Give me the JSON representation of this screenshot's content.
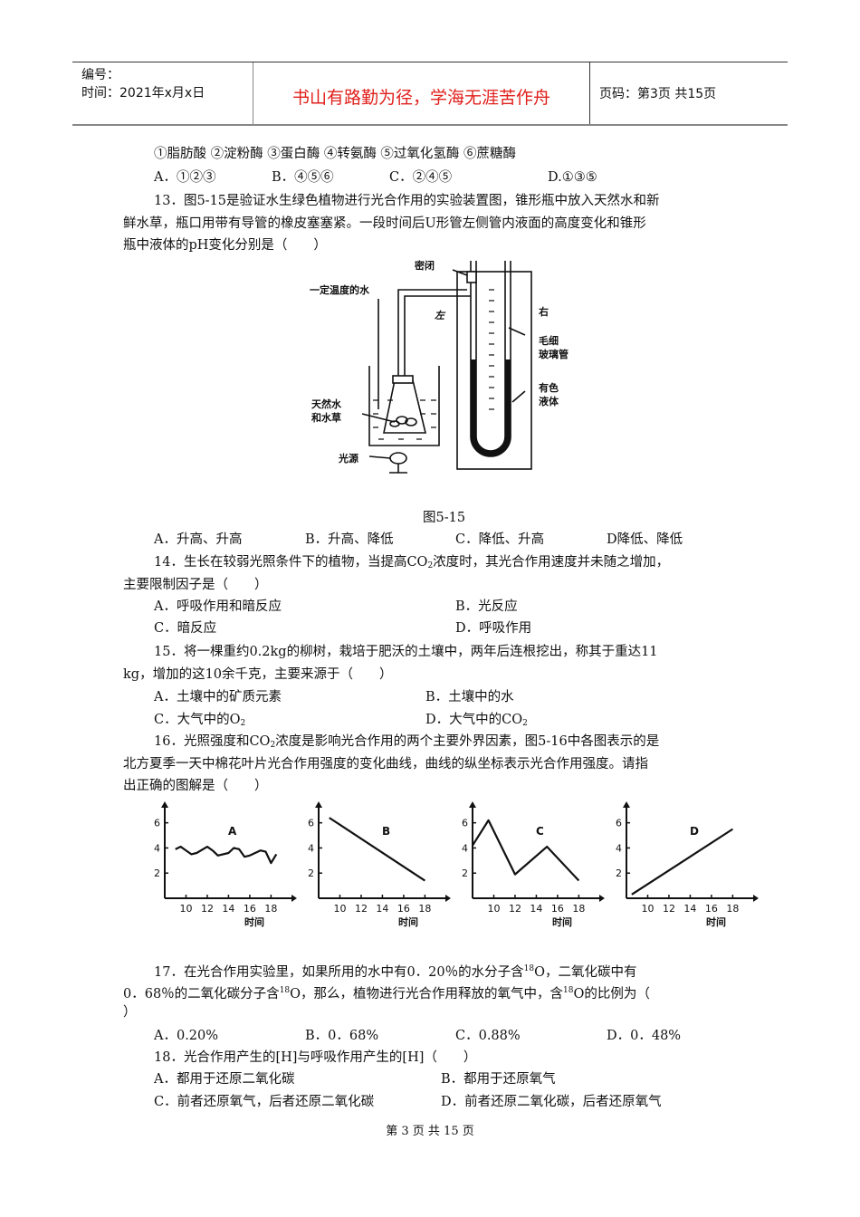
{
  "header": {
    "number_label": "编号：",
    "date_label": "时间：2021年x月x日",
    "motto": "书山有路勤为径，学海无涯苦作舟",
    "page_info": "页码：第3页  共15页"
  },
  "q12": {
    "items": "①脂肪酸  ②淀粉酶  ③蛋白酶  ④转氨酶  ⑤过氧化氢酶  ⑥蔗糖酶",
    "options": [
      "A．①②③",
      "B．④⑤⑥",
      "C．②④⑤",
      "D.①③⑤"
    ]
  },
  "q13": {
    "line1": "13．图5-15是验证水生绿色植物进行光合作用的实验装置图，锥形瓶中放入天然水和新",
    "line2": "鲜水草，瓶口用带有导管的橡皮塞塞紧。一段时间后U形管左侧管内液面的高度变化和锥形",
    "line3": "瓶中液体的pH变化分别是（　　）",
    "figure": {
      "caption": "图5-15",
      "labels": {
        "sealed": "密闭",
        "water_temp": "一定温度的水",
        "left": "左",
        "right": "右",
        "capillary1": "毛细",
        "capillary2": "玻璃管",
        "colored1": "有色",
        "colored2": "液体",
        "natural1": "天然水",
        "natural2": "和水草",
        "light": "光源"
      }
    },
    "options": [
      "A．升高、升高",
      "B．升高、降低",
      "C．降低、升高",
      "D降低、降低"
    ]
  },
  "q14": {
    "line1_a": "14．生长在较弱光照条件下的植物，当提高CO",
    "line1_sub": "2",
    "line1_b": "浓度时，其光合作用速度并未随之增加，",
    "line2": "主要限制因子是（　　）",
    "options": [
      "A．呼吸作用和暗反应",
      "B．光反应",
      "C．暗反应",
      "D．呼吸作用"
    ]
  },
  "q15": {
    "line1": "15．将一棵重约0.2kg的柳树，栽培于肥沃的土壤中，两年后连根挖出，称其于重达11",
    "line2": "kg，增加的这10余千克，主要来源于（　　）",
    "options": [
      "A．土壤中的矿质元素",
      "B．土壤中的水",
      "C．大气中的O",
      "D．大气中的CO"
    ],
    "sub": "2"
  },
  "q16": {
    "line1_a": "16．光照强度和CO",
    "line1_sub": "2",
    "line1_b": "浓度是影响光合作用的两个主要外界因素，图5-16中各图表示的是",
    "line2": "北方夏季一天中棉花叶片光合作用强度的变化曲线，曲线的纵坐标表示光合作用强度。请指",
    "line3": "出正确的图解是（　　）"
  },
  "chart_data": [
    {
      "type": "line",
      "title": "A",
      "xlabel": "时间",
      "ylabel": "",
      "x_ticks": [
        10,
        12,
        14,
        16,
        18
      ],
      "y_ticks": [
        2,
        4,
        6
      ],
      "x": [
        9,
        9.5,
        10,
        10.5,
        11,
        12,
        12.5,
        13,
        14,
        14.5,
        15,
        15.5,
        16,
        17,
        17.5,
        18,
        18.5
      ],
      "values": [
        3.9,
        4.1,
        3.8,
        3.5,
        3.6,
        4.1,
        3.8,
        3.4,
        3.6,
        4.0,
        3.9,
        3.3,
        3.4,
        3.8,
        3.7,
        2.8,
        3.5
      ]
    },
    {
      "type": "line",
      "title": "B",
      "xlabel": "时间",
      "ylabel": "",
      "x_ticks": [
        10,
        12,
        14,
        16,
        18
      ],
      "y_ticks": [
        2,
        4,
        6
      ],
      "x": [
        9,
        18
      ],
      "values": [
        6.4,
        1.4
      ]
    },
    {
      "type": "line",
      "title": "C",
      "xlabel": "时间",
      "ylabel": "",
      "x_ticks": [
        10,
        12,
        14,
        16,
        18
      ],
      "y_ticks": [
        2,
        4,
        6
      ],
      "x": [
        8,
        9.5,
        12,
        15,
        18
      ],
      "values": [
        4.2,
        6.2,
        1.9,
        4.1,
        1.4
      ]
    },
    {
      "type": "line",
      "title": "D",
      "xlabel": "时间",
      "ylabel": "",
      "x_ticks": [
        10,
        12,
        14,
        16,
        18
      ],
      "y_ticks": [
        2,
        4,
        6
      ],
      "x": [
        8.5,
        18
      ],
      "values": [
        0.3,
        5.5
      ]
    }
  ],
  "q17": {
    "line1_a": "17．在光合作用实验里，如果所用的水中有0．20％的水分子含",
    "sup": "18",
    "line1_b": "O，二氧化碳中有",
    "line2_a": "0．68％的二氧化碳分子含",
    "line2_b": "O，那么，植物进行光合作用释放的氧气中，含",
    "line2_c": "O的比例为（",
    "line3": "）",
    "options": [
      "A．0.20%",
      "B．0．68%",
      "C．0.88%",
      "D．0．48%"
    ]
  },
  "q18": {
    "line1": "18．光合作用产生的[H]与呼吸作用产生的[H]（　　）",
    "options": [
      "A．都用于还原二氧化碳",
      "B．都用于还原氧气",
      "C．前者还原氧气，后者还原二氧化碳",
      "D．前者还原二氧化碳，后者还原氧气"
    ]
  },
  "footer": {
    "page": "第 3 页 共 15 页"
  },
  "colors": {
    "motto": "#e0201c",
    "text": "#111111",
    "rule": "#888888"
  }
}
